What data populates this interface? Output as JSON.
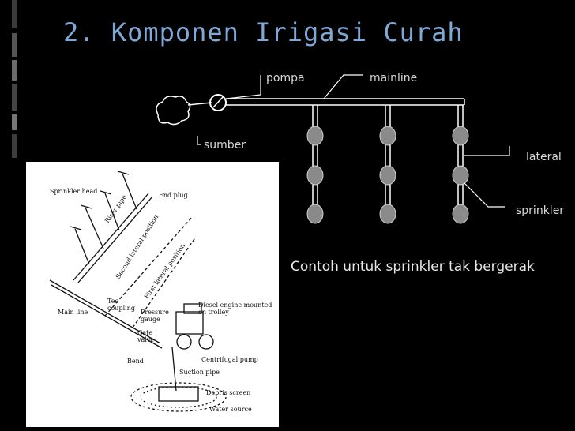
{
  "title": "2. Komponen Irigasi Curah",
  "labels": {
    "pompa": "pompa",
    "mainline": "mainline",
    "sumber": "sumber",
    "lateral": "lateral",
    "sprinkler": "sprinkler"
  },
  "caption": "Contoh untuk sprinkler tak bergerak",
  "sketch_labels": {
    "sprinkler_head": "Sprinkler head",
    "end_plug": "End plug",
    "riser_pipe": "Riser pipe",
    "second_lateral": "Second lateral position",
    "first_lateral": "First lateral position",
    "tee_coupling": "Tee coupling",
    "main_line": "Main line",
    "pressure_gauge": "Pressure gauge",
    "diesel_engine": "Diesel engine mounted on trolley",
    "gate_valve": "Gate valve",
    "bend": "Bend",
    "centrifugal_pump": "Centrifugal pump",
    "suction_pipe": "Suction pipe",
    "debris_screen": "Debris screen",
    "water_source": "Water source"
  },
  "colors": {
    "title": "#7fa8d6",
    "background": "#000000",
    "sprinkler_fill": "#8a8a8a"
  }
}
